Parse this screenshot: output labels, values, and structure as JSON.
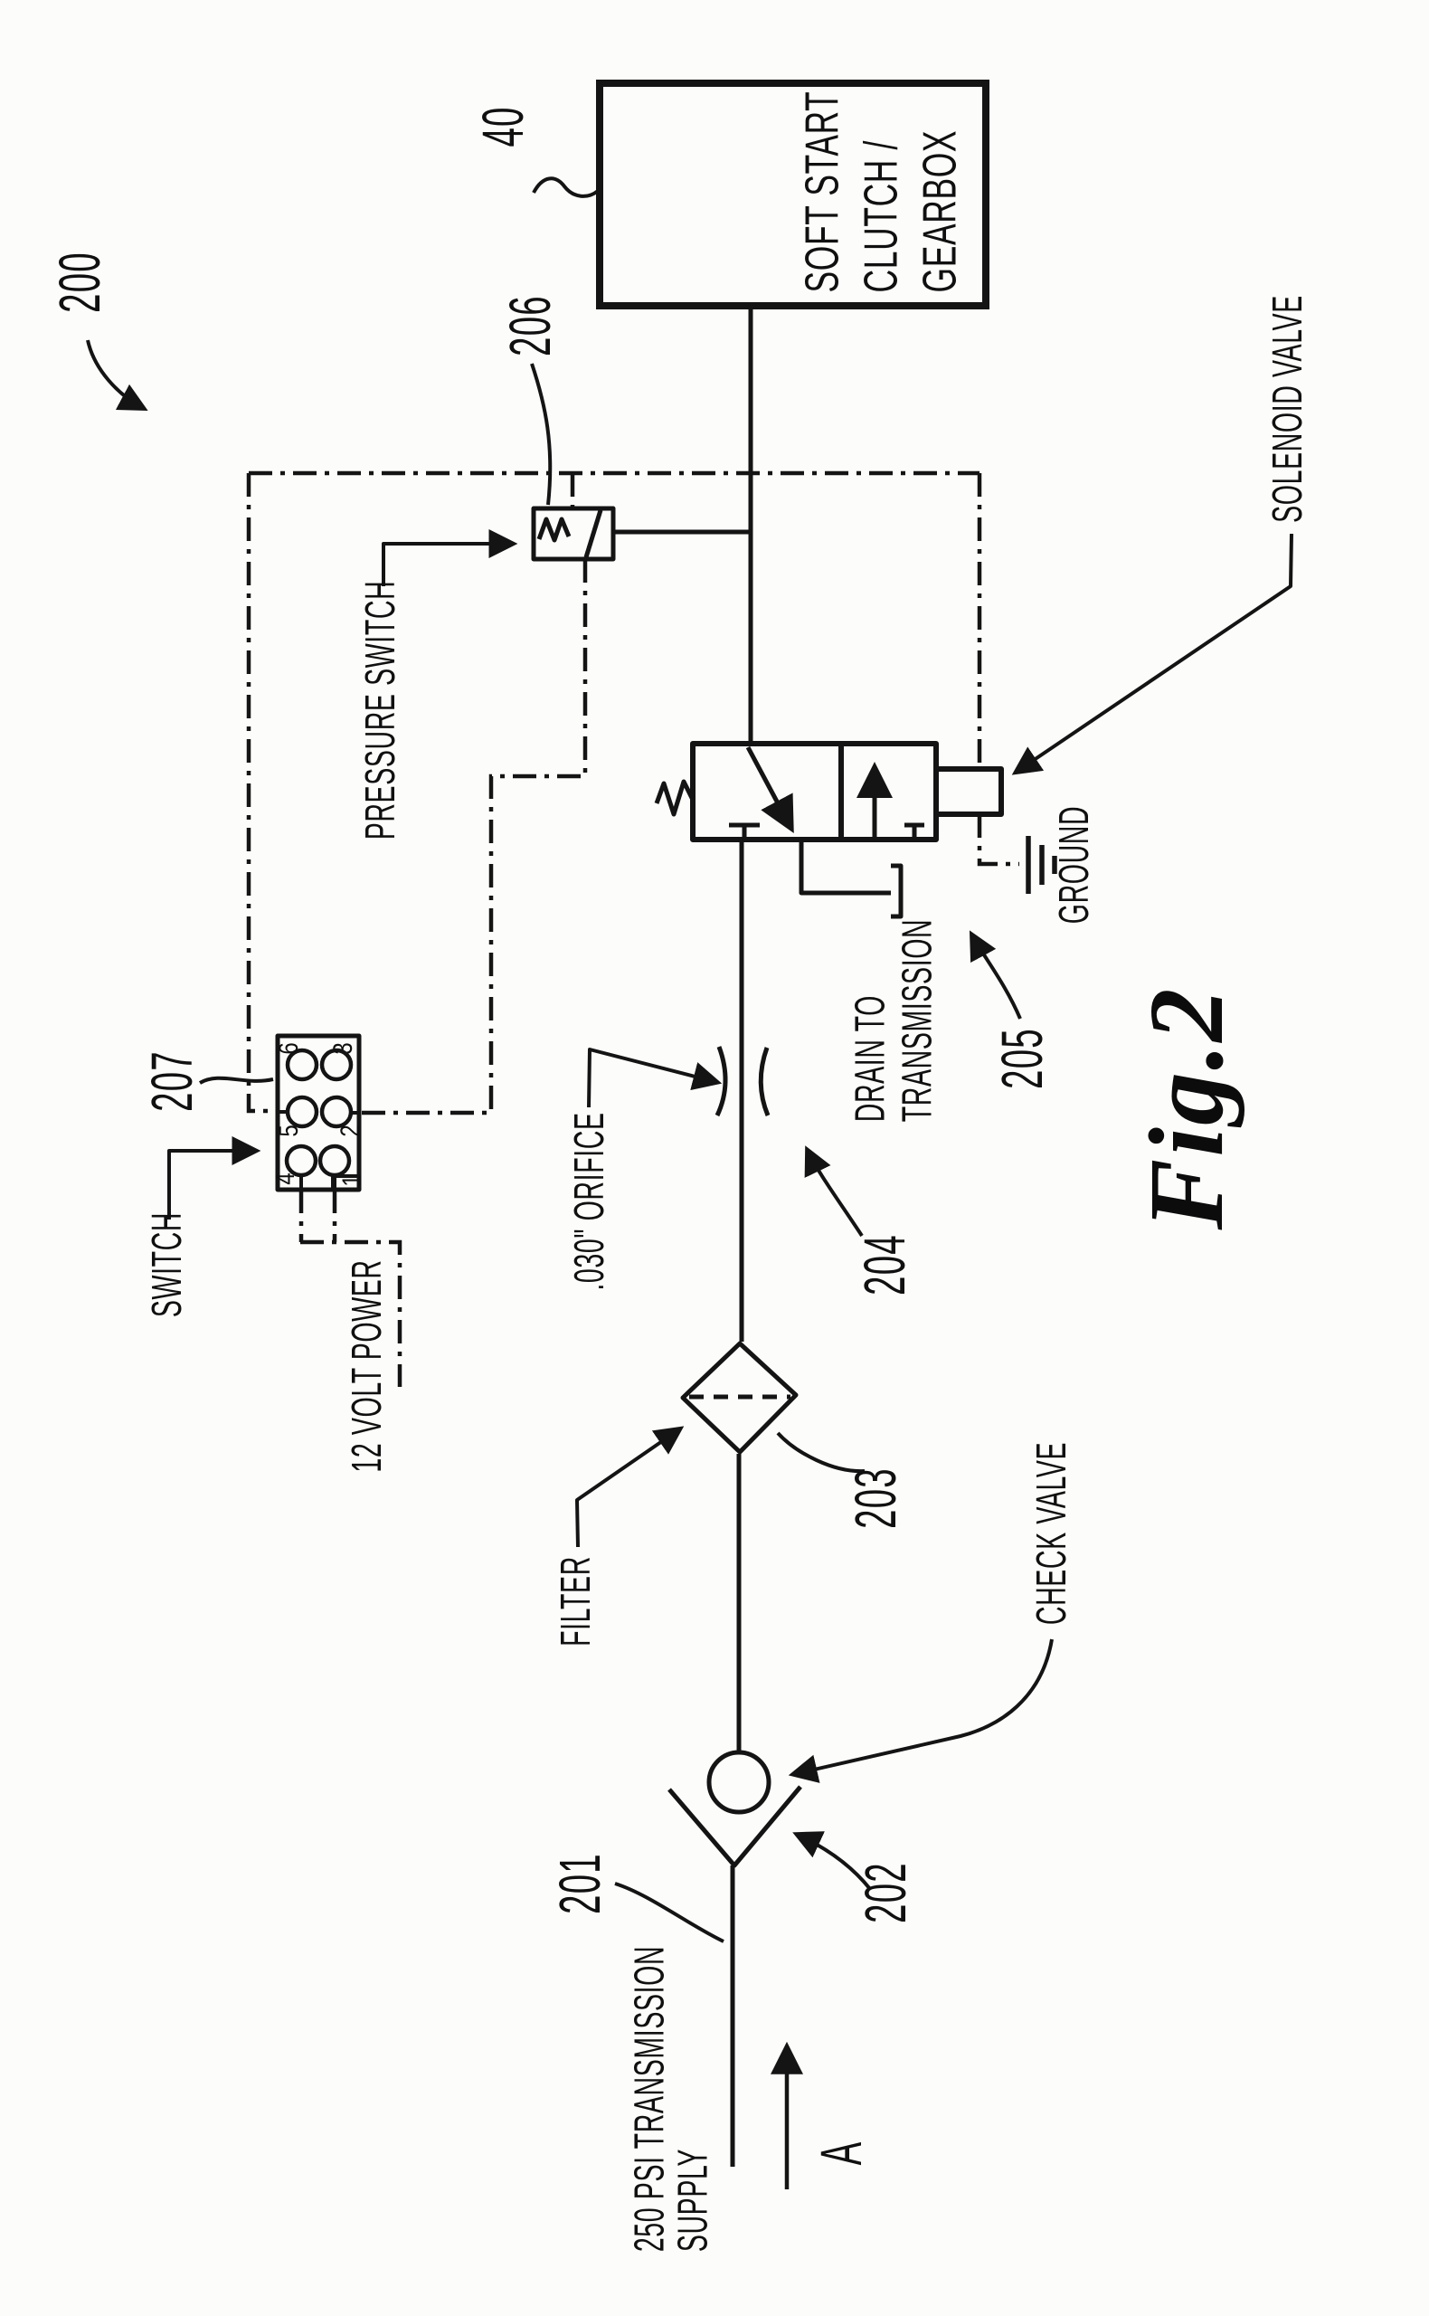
{
  "figure": {
    "label": "Fig.2",
    "system_ref": "200",
    "flow_marker": "A"
  },
  "labels": {
    "gearbox": {
      "ref": "40",
      "text": "SOFT START\nCLUTCH /\nGEARBOX"
    },
    "supply": {
      "ref": "201",
      "text": "250 PSI TRANSMISSION\nSUPPLY"
    },
    "check_valve": {
      "ref": "202",
      "text": "CHECK VALVE"
    },
    "filter": {
      "ref": "203",
      "text": "FILTER"
    },
    "orifice": {
      "ref": "204",
      "text": ".030\" ORIFICE"
    },
    "solenoid_valve": {
      "ref": "205",
      "text": "SOLENOID VALVE"
    },
    "pressure_switch": {
      "ref": "206",
      "text": "PRESSURE SWITCH"
    },
    "connector_switch": {
      "ref": "207",
      "text": "SWITCH",
      "pins": [
        "6",
        "3",
        "5",
        "2",
        "4",
        "1"
      ]
    },
    "power": {
      "text": "12 VOLT POWER"
    },
    "ground": {
      "text": "GROUND"
    },
    "drain": {
      "text": "DRAIN TO\nTRANSMISSION"
    }
  }
}
